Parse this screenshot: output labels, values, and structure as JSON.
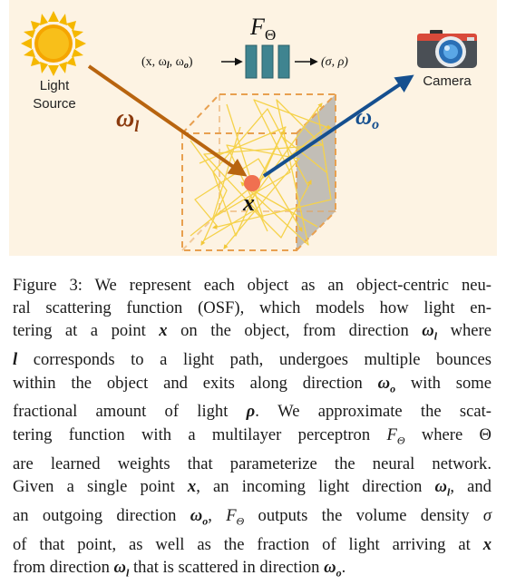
{
  "figure": {
    "light_label_1": "Light",
    "light_label_2": "Source",
    "camera_label": "Camera",
    "network_symbol": "F",
    "network_subscript": "Θ",
    "network_input": "(x, ω",
    "network_input_sub": "l",
    "network_input_rest": ", ω",
    "network_input_sub2": "o",
    "network_input_close": ")",
    "network_output": "(σ, ρ)",
    "omega_l": "ω",
    "omega_l_sub": "l",
    "omega_o": "ω",
    "omega_o_sub": "o",
    "point_label": "x",
    "colors": {
      "background": "#fdf3e3",
      "incoming_arrow": "#b8640f",
      "outgoing_arrow": "#154f8f",
      "cube_edge": "#e8a050",
      "scatter_path": "#f5d24a",
      "point": "#f07050",
      "network_block": "#3f8490",
      "sun": "#f5b800"
    }
  },
  "caption": {
    "lines": [
      [
        "Figure 3: We represent each object as an object-centric neu-"
      ],
      [
        "ral scattering function (OSF), which models how light en-"
      ],
      [
        "tering at a point ",
        {
          "m": "x"
        },
        " on the object, from direction ",
        {
          "m": "ω",
          "sub": "l"
        },
        " where"
      ],
      [
        {
          "m": "l"
        },
        " corresponds to a light path, undergoes multiple bounces"
      ],
      [
        "within the object and exits along direction ",
        {
          "m": "ω",
          "sub": "o"
        },
        " with some"
      ],
      [
        "fractional amount of light ",
        {
          "m": "ρ"
        },
        ".  We approximate the scat-"
      ],
      [
        "tering function with a multilayer perceptron ",
        {
          "s": "F",
          "sub": "Θ"
        },
        " where Θ"
      ],
      [
        "are learned weights that parameterize the neural network."
      ],
      [
        "Given a single point ",
        {
          "m": "x"
        },
        ", an incoming light direction ",
        {
          "m": "ω",
          "sub": "l"
        },
        ", and"
      ],
      [
        "an outgoing direction ",
        {
          "m": "ω",
          "sub": "o"
        },
        ", ",
        {
          "s": "F",
          "sub": "Θ"
        },
        " outputs the volume density ",
        {
          "s": "σ"
        }
      ],
      [
        "of that point, as well as the fraction of light arriving at ",
        {
          "m": "x"
        }
      ],
      [
        "from direction ",
        {
          "m": "ω",
          "sub": "l"
        },
        " that is scattered in direction ",
        {
          "m": "ω",
          "sub": "o"
        },
        "."
      ]
    ]
  }
}
